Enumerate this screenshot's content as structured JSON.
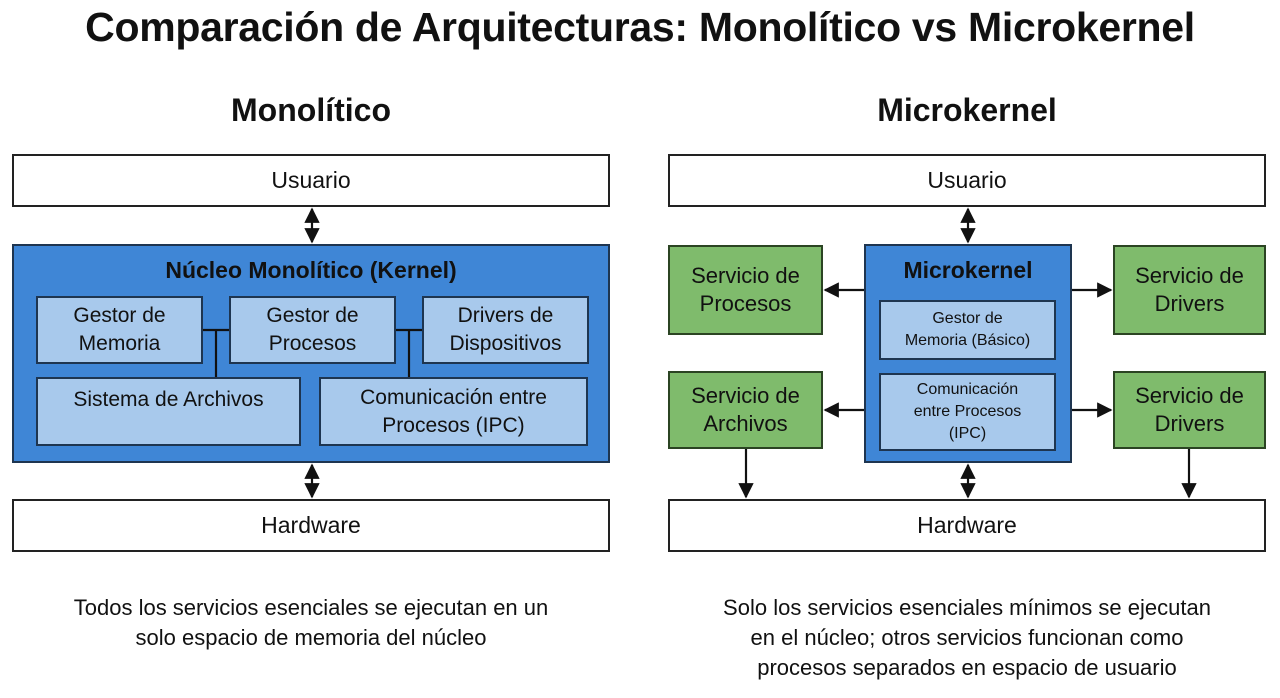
{
  "title": "Comparación de Arquitecturas: Monolítico vs Microkernel",
  "monolithic": {
    "heading": "Monolítico",
    "user": "Usuario",
    "kernel_label": "Núcleo Monolítico (Kernel)",
    "modules": {
      "memory": "Gestor de\nMemoria",
      "processes": "Gestor de\nProcesos",
      "drivers": "Drivers de\nDispositivos",
      "filesystem": "Sistema de Archivos",
      "ipc": "Comunicación entre\nProcesos (IPC)"
    },
    "hardware": "Hardware",
    "caption": "Todos los servicios esenciales se ejecutan en un\nsolo espacio de memoria del núcleo"
  },
  "microkernel": {
    "heading": "Microkernel",
    "user": "Usuario",
    "kernel_label": "Microkernel",
    "modules": {
      "memory": "Gestor de\nMemoria (Básico)",
      "ipc": "Comunicación\nentre Procesos\n(IPC)"
    },
    "services": {
      "processes": "Servicio de\nProcesos",
      "files": "Servicio de\nArchivos",
      "drivers_top": "Servicio de\nDrivers",
      "drivers_bottom": "Servicio de\nDrivers"
    },
    "hardware": "Hardware",
    "caption": "Solo los servicios esenciales mínimos se ejecutan\nen el núcleo; otros servicios funcionan como\nprocesos separados en espacio de usuario"
  },
  "colors": {
    "kernel_blue": "#3f86d6",
    "module_light_blue": "#a8c9ec",
    "service_green": "#7fbb6c",
    "border_dark": "#222222"
  }
}
